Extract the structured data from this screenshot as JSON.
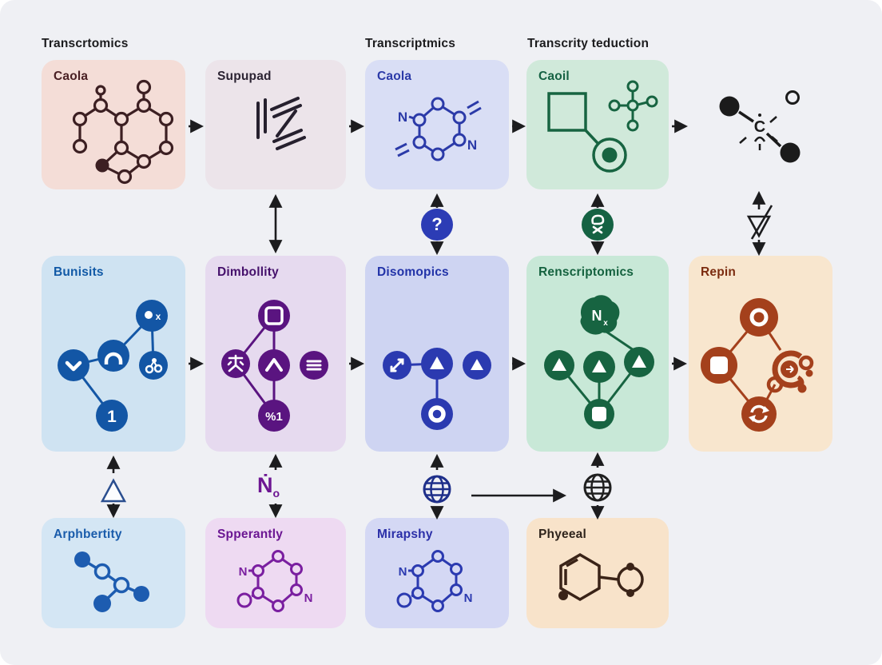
{
  "labels": {
    "col1_top": "Transcrtomics",
    "col3_top": "Transcriptmics",
    "col4_top": "Transcrity teduction"
  },
  "row1": {
    "caola_red": {
      "title": "Caola"
    },
    "supupad": {
      "title": "Supupad"
    },
    "caola_blue": {
      "title": "Caola",
      "atom_n_left": "N",
      "atom_n_right": "N"
    },
    "caoil": {
      "title": "Caoil"
    }
  },
  "molecule_black": {
    "center_atom": "C"
  },
  "badges": {
    "question": "?",
    "r_glyph_icon": "stylized-r-rune"
  },
  "connector_n": {
    "main": "Ṅ",
    "sub": "o"
  },
  "row2": {
    "bunisits": {
      "title": "Bunisits",
      "node_x": "x",
      "node_one": "1"
    },
    "dimbollity": {
      "title": "Dimbollity",
      "node_pct": "%1"
    },
    "disomopics": {
      "title": "Disomopics"
    },
    "renscriptomics": {
      "title": "Renscriptomics",
      "blob_n": "N",
      "blob_sub": "x"
    },
    "repin": {
      "title": "Repin"
    }
  },
  "row3": {
    "arphbertity": {
      "title": "Arphbertity"
    },
    "spperantly": {
      "title": "Spperantly",
      "atom_n_left": "N",
      "atom_n_right": "N"
    },
    "mirapshy": {
      "title": "Mirapshy",
      "atom_n_left": "N",
      "atom_n_right": "N"
    },
    "phyeeal": {
      "title": "Phyeeal"
    }
  },
  "colors": {
    "panel_bg": "#eff0f4",
    "caola_red_bg": "#f4ddd7",
    "caola_red_accent": "#3c1f22",
    "supupad_bg": "#ece4ea",
    "supupad_accent": "#26202e",
    "caola_blue_bg": "#d9def5",
    "caola_blue_accent": "#2b3aa8",
    "caoil_bg": "#d0e9da",
    "caoil_accent": "#176441",
    "bunisits_bg": "#cfe3f2",
    "bunisits_accent": "#1356a5",
    "dimbollity_bg": "#e6daef",
    "dimbollity_accent": "#5a1480",
    "disomopics_bg": "#ced4f2",
    "disomopics_accent": "#2b3ab0",
    "renscriptomics_bg": "#c8e8d7",
    "renscriptomics_accent": "#176441",
    "repin_bg": "#f8e6ce",
    "repin_accent": "#a4401c",
    "arphbertity_bg": "#d4e6f4",
    "arphbertity_accent": "#1d5cb0",
    "spperantly_bg": "#eedaf2",
    "spperantly_accent": "#7a1fa0",
    "mirapshy_bg": "#d4d8f4",
    "mirapshy_accent": "#2b3ab0",
    "phyeeal_bg": "#f8e3ca",
    "phyeeal_accent": "#3a2317",
    "question_badge_bg": "#2c3cb5",
    "r_badge_bg": "#156243",
    "arrow_color": "#1c1c1e"
  }
}
